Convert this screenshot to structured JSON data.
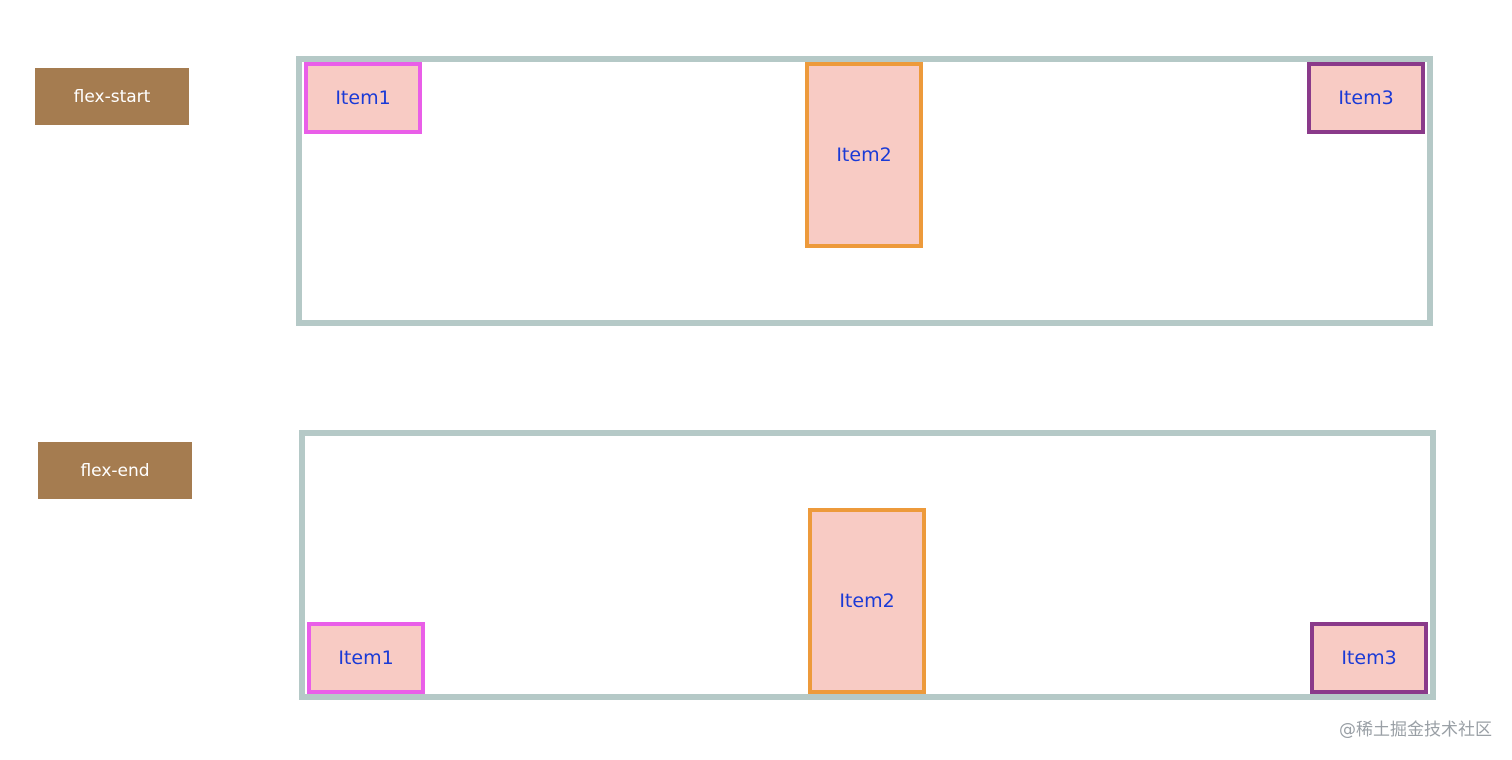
{
  "colors": {
    "label_bg": "#a57c50",
    "container_border": "#b5c9c7",
    "item_fill": "#f8cbc4",
    "item_text": "#1a3ad6",
    "item1_border": "#e95ee8",
    "item2_border": "#ed9a3b",
    "item3_border": "#8a3a8a"
  },
  "rows": [
    {
      "label": "flex-start",
      "items": [
        "Item1",
        "Item2",
        "Item3"
      ]
    },
    {
      "label": "flex-end",
      "items": [
        "Item1",
        "Item2",
        "Item3"
      ]
    }
  ],
  "watermark": "@稀土掘金技术社区"
}
